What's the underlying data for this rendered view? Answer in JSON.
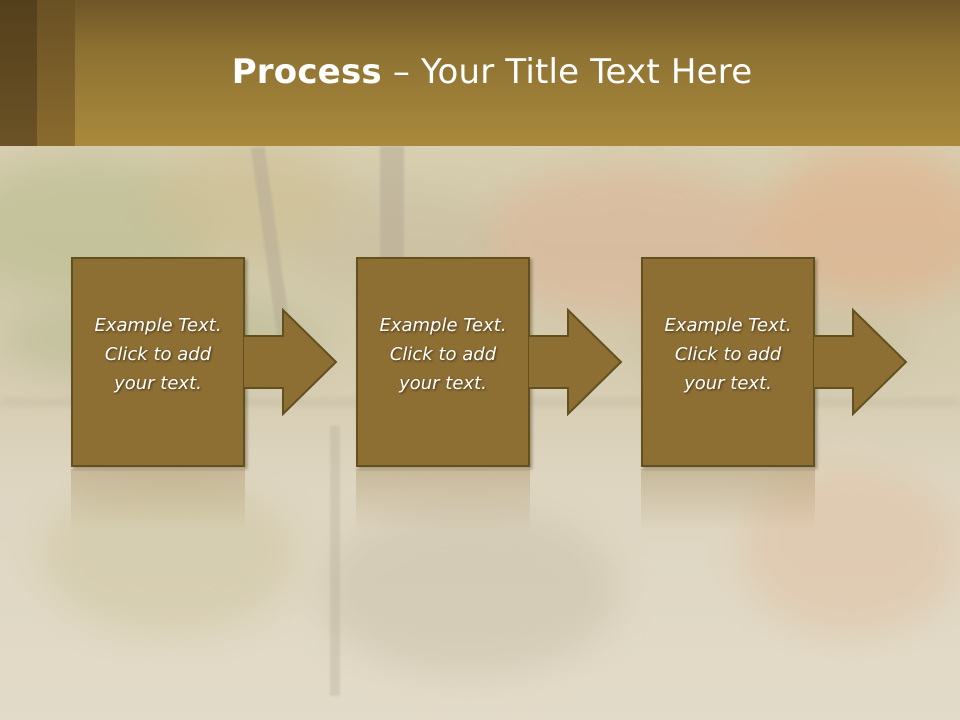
{
  "header": {
    "title_bold": "Process",
    "title_rest": " – Your Title Text Here"
  },
  "steps": [
    {
      "line1": "Example Text.",
      "line2": "Click  to add",
      "line3": "your text."
    },
    {
      "line1": "Example Text.",
      "line2": "Click  to add",
      "line3": "your text."
    },
    {
      "line1": "Example Text.",
      "line2": "Click  to add",
      "line3": "your text."
    }
  ],
  "colors": {
    "box_fill": "#8d6e33",
    "box_border": "#62501f",
    "header": "#a98a3c"
  },
  "icons": [
    "right-arrow-icon"
  ]
}
